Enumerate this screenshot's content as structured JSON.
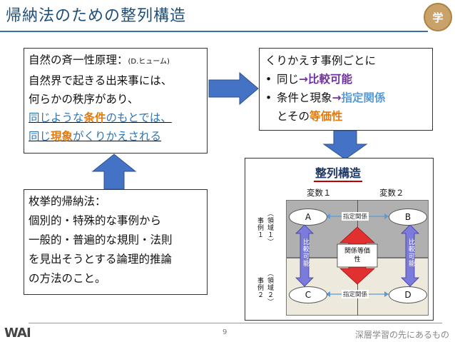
{
  "title": "帰納法のための整列構造",
  "logo_text": "学",
  "nature_box": {
    "line1": "自然の斉一性原理：",
    "line1_small": "(D.ヒューム)",
    "line2": "自然界で起きる出来事には、",
    "line3": "何らかの秩序があり、",
    "line4_a": "同じような",
    "line4_b": "条件",
    "line4_c": "のもとでは、",
    "line5_a": "同じ",
    "line5_b": "現象",
    "line5_c": "がくりかえされる"
  },
  "induction_box": {
    "line1": "枚挙的帰納法：",
    "line2": "個別的・特殊的な事例から",
    "line3": "一般的・普遍的な規則・法則",
    "line4": "を見出そうとする論理的推論",
    "line5": "の方法のこと。"
  },
  "repeat_box": {
    "line1": "くりかえす事例ごとに",
    "item1_a": "同じ",
    "item1_arrow": "→",
    "item1_b": "比較可能",
    "item2_a": "条件と現象",
    "item2_arrow": "→",
    "item2_b": "指定関係",
    "item2_c": "とその",
    "item2_d": "等価性"
  },
  "structure": {
    "title": "整列構造",
    "var1": "変数１",
    "var2": "変数２",
    "case1": "事例１",
    "case2": "事例２",
    "region1": "（領域１）",
    "region2": "（領域２）",
    "nodes": {
      "a": "A",
      "b": "B",
      "c": "C",
      "d": "D"
    },
    "spec_top": "指定関係",
    "spec_bottom": "指定関係",
    "compare_left": "比較可能",
    "compare_right": "比較可能",
    "equiv": "関係等価性"
  },
  "footer": {
    "logo": "WAI",
    "page": "9",
    "right": "深層学習の先にあるもの"
  },
  "colors": {
    "title": "#1f4e79",
    "arrow_blue": "#4472c4",
    "red_arrow": "#e03030",
    "purple": "#7030a0",
    "orange": "#e07a10",
    "compare_blue": "#7b7bdc"
  }
}
